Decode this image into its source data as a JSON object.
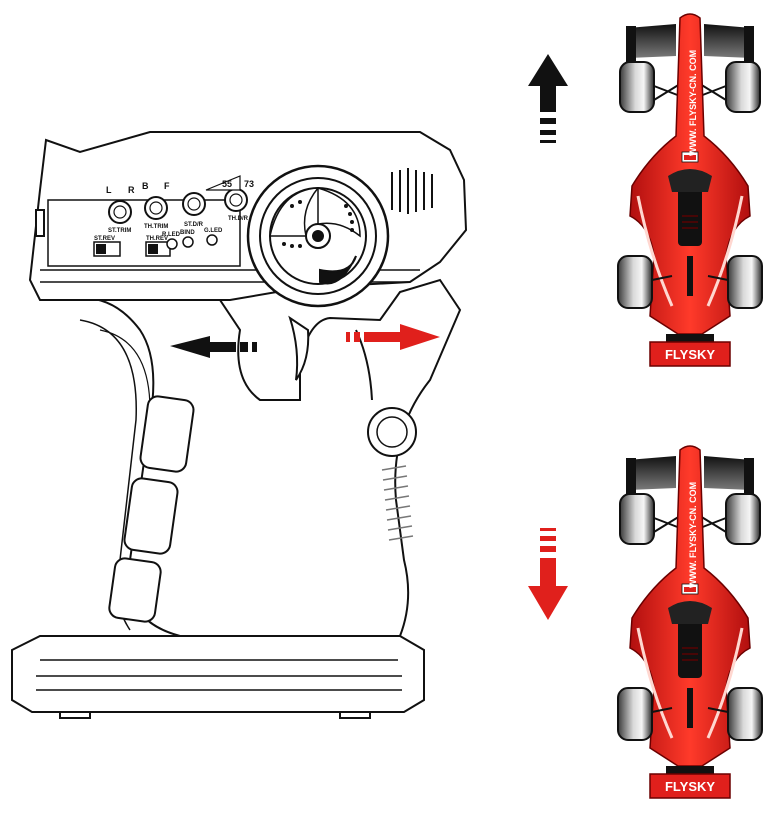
{
  "transmitter": {
    "top_labels": {
      "steer_trim_left": "L",
      "steer_trim_right": "R",
      "throttle_trim_back": "B",
      "throttle_trim_fwd": "F",
      "dr_left": "55",
      "dr_right": "73"
    },
    "knob_labels": {
      "st_trim": "ST.TRIM",
      "th_trim": "TH.TRIM",
      "st_dr": "ST.D/R",
      "th_dr": "TH.D/R"
    },
    "switch_labels": {
      "st_rev": "ST.REV",
      "th_rev": "TH.REV"
    },
    "led_labels": {
      "r_led": "R.LED",
      "bind": "BIND",
      "g_led": "G.LED"
    }
  },
  "cars": [
    {
      "website": "WWW. FLYSKY-CN. COM",
      "brand": "FLYSKY"
    },
    {
      "website": "WWW. FLYSKY-CN. COM",
      "brand": "FLYSKY"
    }
  ],
  "arrows": {
    "trigger_pull": {
      "color": "#111111",
      "meaning": "pull trigger"
    },
    "trigger_push": {
      "color": "#e0201c",
      "meaning": "push trigger"
    },
    "car_forward": {
      "color": "#111111",
      "meaning": "forward"
    },
    "car_backward": {
      "color": "#e0201c",
      "meaning": "backward"
    }
  },
  "colors": {
    "car_red": "#e0201c",
    "car_dark": "#1a1a1a",
    "outline": "#111111"
  }
}
